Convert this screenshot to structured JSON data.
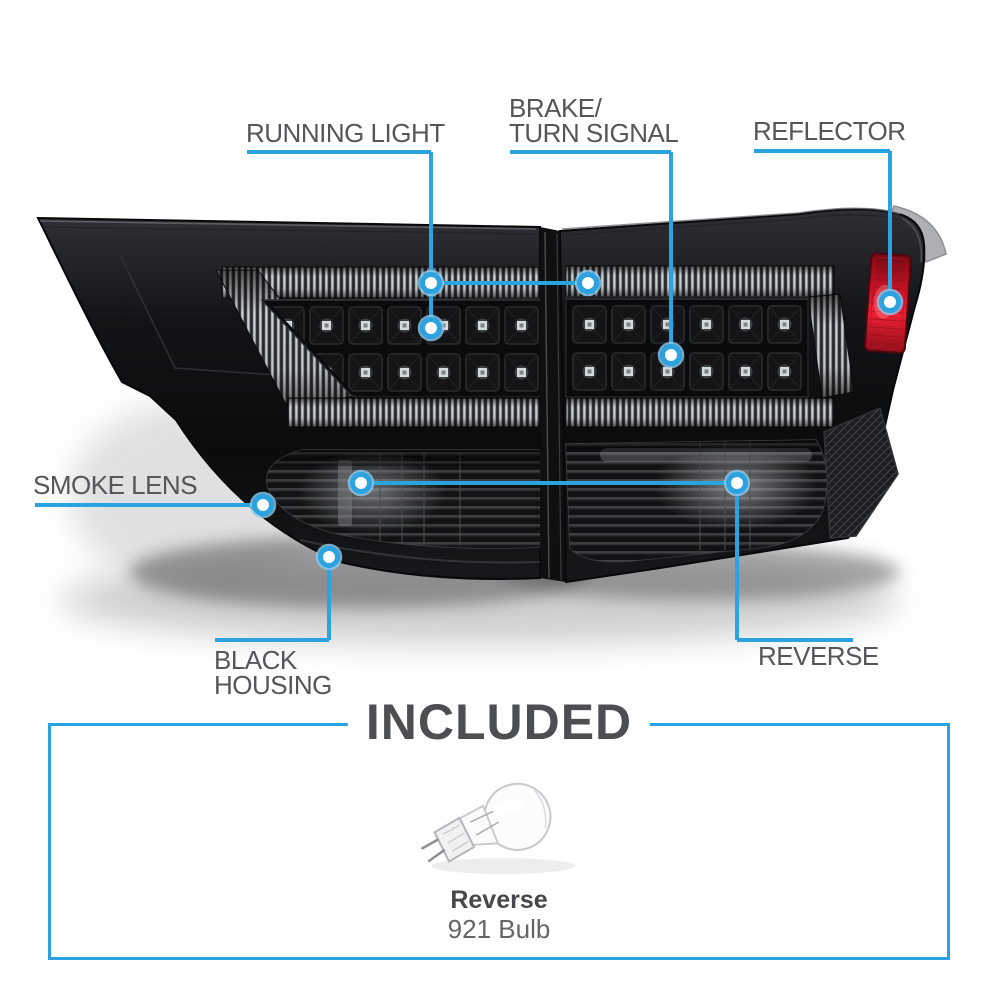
{
  "colors": {
    "accent_blue": "#2ba3e1",
    "label_gray": "#55565a",
    "heading_gray": "#4d4e51",
    "reflector_red": "#d41428",
    "background": "#ffffff"
  },
  "callouts": {
    "running_light": {
      "label": "RUNNING LIGHT"
    },
    "brake_turn_signal": {
      "line1": "BRAKE/",
      "line2": "TURN SIGNAL"
    },
    "reflector": {
      "label": "REFLECTOR"
    },
    "smoke_lens": {
      "label": "SMOKE LENS"
    },
    "black_housing": {
      "line1": "BLACK",
      "line2": "HOUSING"
    },
    "reverse": {
      "label": "REVERSE"
    }
  },
  "included_section": {
    "title": "INCLUDED",
    "bulb": {
      "name": "Reverse",
      "spec": "921 Bulb"
    }
  }
}
